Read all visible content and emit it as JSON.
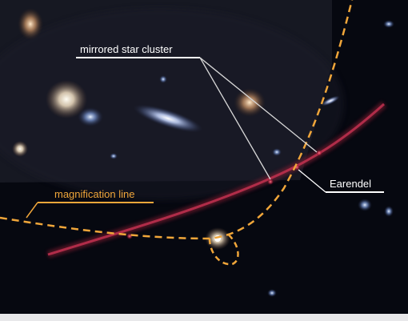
{
  "image": {
    "description_free": true,
    "annotations": {
      "cluster_label": "mirrored star cluster",
      "star_label": "Earendel",
      "line_label": "magnification line"
    },
    "colors": {
      "background": "#05070d",
      "white_callout": "#ffffff",
      "magnification_line": "#f0a63a",
      "arc": "#b0213e"
    }
  }
}
